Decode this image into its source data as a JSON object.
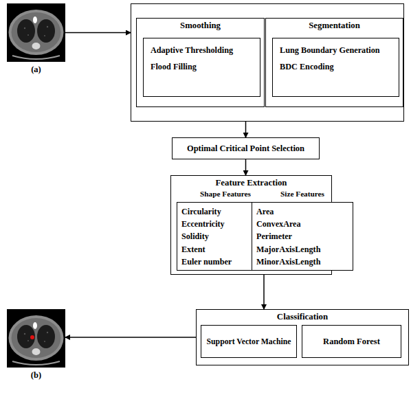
{
  "diagram": {
    "nodes": [
      {
        "text": [
          "(a)"
        ]
      },
      {
        "text": []
      },
      {
        "text": [
          "Smoothing"
        ],
        "in": 1
      },
      {
        "text": [
          "Adaptive Thresholding",
          "Flood Filling"
        ],
        "in": 2
      },
      {
        "text": [
          "Segmentation"
        ],
        "in": 1
      },
      {
        "text": [
          "Lung Boundary Generation",
          "BDC Encoding"
        ],
        "in": 4
      },
      {
        "text": [
          "Optimal Critical Point Selection"
        ]
      },
      {
        "text": [
          "Feature Extraction"
        ]
      },
      {
        "text": [
          "Shape Features",
          "Circularity",
          "Eccentricity",
          "Solidity",
          "Extent",
          "Euler number"
        ],
        "in": 7
      },
      {
        "text": [
          "Size Features",
          "Area",
          "ConvexArea",
          "Perimeter",
          "MajorAxisLength",
          "MinorAxisLength"
        ],
        "in": 7
      },
      {
        "text": [
          "Classification"
        ]
      },
      {
        "text": [
          "Support Vector Machine"
        ],
        "in": 10
      },
      {
        "text": [
          "Random Forest"
        ],
        "in": 10
      },
      {
        "text": [
          "(b)"
        ]
      }
    ],
    "edges": [
      {
        "from": 0,
        "to": 1,
        "arrow": "to"
      },
      {
        "from": 1,
        "to": 6,
        "arrow": "to"
      },
      {
        "from": 6,
        "to": 7,
        "arrow": "to"
      },
      {
        "from": 7,
        "to": 10,
        "arrow": "to"
      },
      {
        "from": 10,
        "to": 13,
        "arrow": "to"
      }
    ]
  }
}
